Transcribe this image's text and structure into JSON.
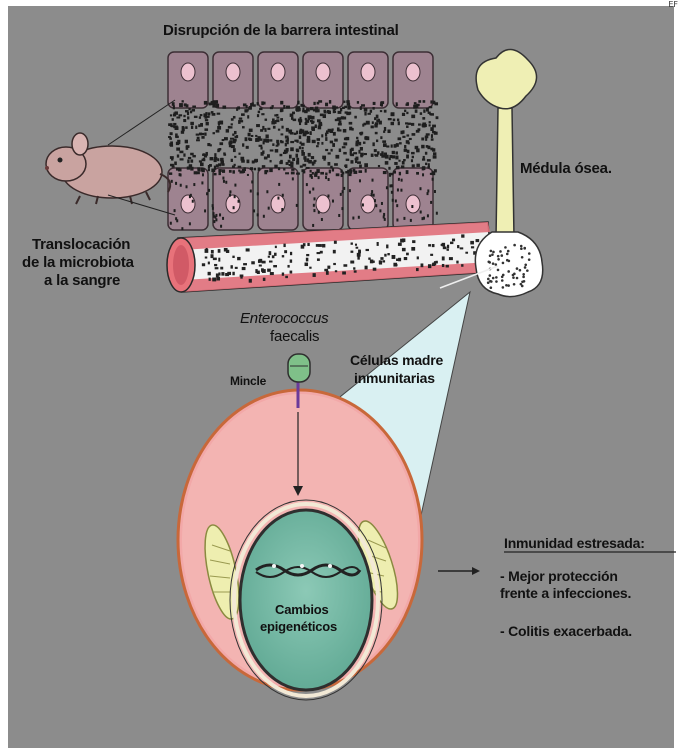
{
  "corner_mark": "EF",
  "colors": {
    "background": "#8c8c8c",
    "cell": "#9e8390",
    "nucleus": "#e8b9c8",
    "bone": "#efefb4",
    "vessel": "#e8727a",
    "cell_outer": "#f0a7a8",
    "nucleus_big": "#6fb3a0",
    "arc": "#d9f0f2",
    "bacterium": "#7fc089"
  },
  "labels": {
    "title": "Disrupción de la barrera intestinal",
    "marrow": "Médula ósea.",
    "translocation_1": "Translocación",
    "translocation_2": "de la microbiota",
    "translocation_3": "a la sangre",
    "bacterium_1": "Enterococcus",
    "bacterium_2": "faecalis",
    "mincle": "Mincle",
    "stem_cells_1": "Células madre",
    "stem_cells_2": "inmunitarias",
    "epigenetic_1": "Cambios",
    "epigenetic_2": "epigenéticos",
    "immunity_title": "Inmunidad estresada:",
    "effect_1a": "- Mejor protección",
    "effect_1b": "frente a infecciones.",
    "effect_2": "- Colitis exacerbada."
  },
  "icons": [
    "mouse-icon",
    "bone-icon",
    "bacterium-icon",
    "dna-icon"
  ]
}
